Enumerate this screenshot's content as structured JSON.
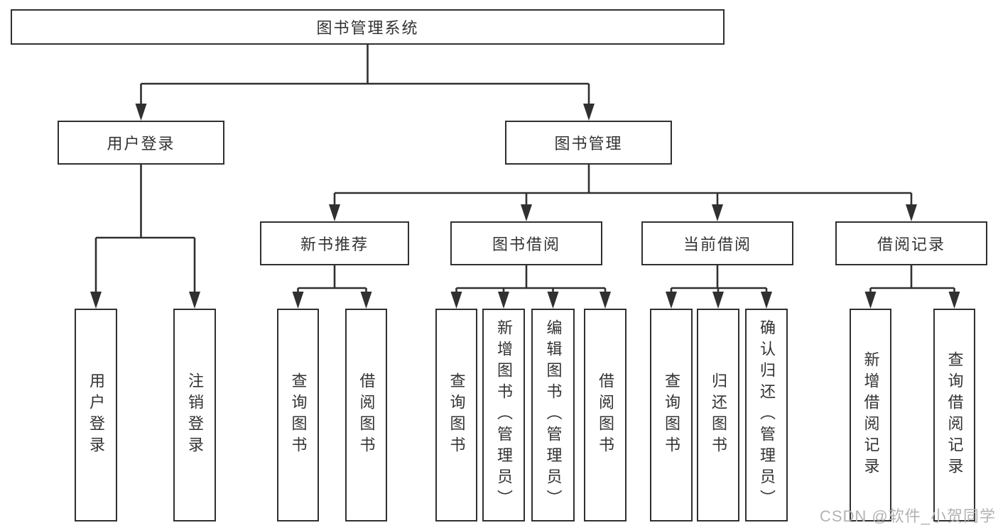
{
  "colors": {
    "line": "#303030",
    "box-border": "#303030",
    "box-fill": "#ffffff",
    "text": "#333333",
    "watermark": "#b3b3b3"
  },
  "tree": {
    "root": {
      "label": "图书管理系统"
    },
    "branches": [
      {
        "label": "用户登录",
        "children": [
          {
            "label": "用户登录"
          },
          {
            "label": "注销登录"
          }
        ]
      },
      {
        "label": "图书管理",
        "children": [
          {
            "label": "新书推荐",
            "children": [
              {
                "label": "查询图书"
              },
              {
                "label": "借阅图书"
              }
            ]
          },
          {
            "label": "图书借阅",
            "children": [
              {
                "label": "查询图书"
              },
              {
                "label": "新增图书（管理员）"
              },
              {
                "label": "编辑图书（管理员）"
              },
              {
                "label": "借阅图书"
              }
            ]
          },
          {
            "label": "当前借阅",
            "children": [
              {
                "label": "查询图书"
              },
              {
                "label": "归还图书"
              },
              {
                "label": "确认归还（管理员）"
              }
            ]
          },
          {
            "label": "借阅记录",
            "children": [
              {
                "label": "新增借阅记录"
              },
              {
                "label": "查询借阅记录"
              }
            ]
          }
        ]
      }
    ]
  },
  "watermark": {
    "label": "CSDN @软件_小贺同学"
  }
}
